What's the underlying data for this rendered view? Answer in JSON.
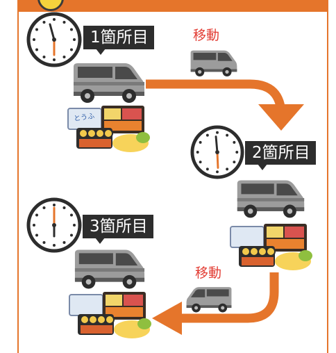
{
  "stops": {
    "first_label": "1箇所目",
    "second_label": "2箇所目",
    "third_label": "3箇所目"
  },
  "moves": {
    "first_label": "移動",
    "second_label": "移動"
  },
  "tofu_text": "とうふ",
  "colors": {
    "accent_orange": "#e5752b",
    "move_red": "#e23b32",
    "label_dark": "#2d2d2d",
    "van_gray": "#9a9a9a"
  }
}
